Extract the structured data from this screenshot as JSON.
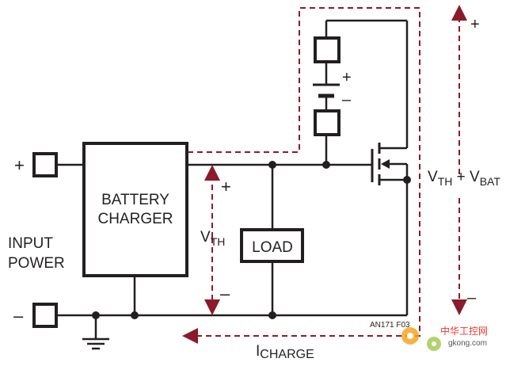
{
  "labels": {
    "battery_charger_line1": "BATTERY",
    "battery_charger_line2": "CHARGER",
    "input_power_line1": "INPUT",
    "input_power_line2": "POWER",
    "load": "LOAD",
    "vth_main": "V",
    "vth_sub": "TH",
    "vth_vbat_main1": "V",
    "vth_vbat_sub1": "TH",
    "vth_vbat_plus": " + V",
    "vth_vbat_sub2": "BAT",
    "icharge_main": "I",
    "icharge_sub": "CHARGE",
    "figure_id": "AN171 F03",
    "plus": "+",
    "minus": "–",
    "watermark_cn": "中华工控网",
    "watermark_url": "gkong.com"
  },
  "colors": {
    "line": "#231f20",
    "current_path": "#8b1a2b",
    "watermark_orange": "#f5a623",
    "watermark_red": "#e8382d"
  }
}
